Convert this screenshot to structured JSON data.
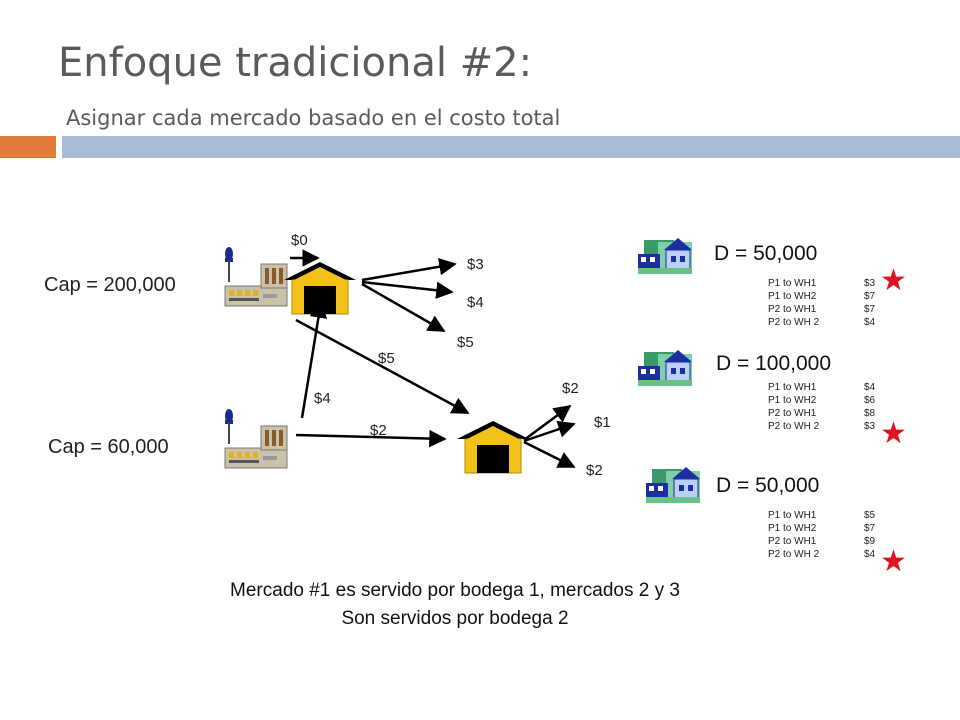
{
  "slide": {
    "title": "Enfoque tradicional #2:",
    "subtitle": "Asignar cada mercado basado en el costo total",
    "colors": {
      "accent_orange": "#e07b39",
      "accent_blue": "#a9bcd6",
      "star_red": "#e0141e"
    }
  },
  "plants": [
    {
      "cap_label": "Cap = 200,000",
      "icon": "factory-icon"
    },
    {
      "cap_label": "Cap = 60,000",
      "icon": "factory-icon"
    }
  ],
  "warehouses": [
    {
      "icon": "warehouse-icon"
    },
    {
      "icon": "warehouse-icon"
    }
  ],
  "costs": {
    "p1_wh1": "$0",
    "wh1_m1": "$3",
    "wh1_m2": "$4",
    "wh1_m3": "$5",
    "p1_wh2": "$5",
    "p2_wh1": "$4",
    "p2_wh2": "$2",
    "wh2_m1": "$2",
    "wh2_m2": "$1",
    "wh2_m3": "$2"
  },
  "markets": [
    {
      "demand": "D = 50,000",
      "icon": "house-icon",
      "routes": [
        {
          "route": "P1 to WH1",
          "cost": "$3"
        },
        {
          "route": "P1 to  WH2",
          "cost": "$7"
        },
        {
          "route": "P2 to WH1",
          "cost": "$7"
        },
        {
          "route": "P2 to WH 2",
          "cost": "$4"
        }
      ],
      "best_row": 0
    },
    {
      "demand": "D = 100,000",
      "icon": "house-icon",
      "routes": [
        {
          "route": "P1 to WH1",
          "cost": "$4"
        },
        {
          "route": "P1 to  WH2",
          "cost": "$6"
        },
        {
          "route": "P2 to WH1",
          "cost": "$8"
        },
        {
          "route": "P2 to WH 2",
          "cost": "$3"
        }
      ],
      "best_row": 3
    },
    {
      "demand": "D = 50,000",
      "icon": "house-icon",
      "routes": [
        {
          "route": "P1 to WH1",
          "cost": "$5"
        },
        {
          "route": "P1 to  WH2",
          "cost": "$7"
        },
        {
          "route": "P2 to WH1",
          "cost": "$9"
        },
        {
          "route": "P2 to WH 2",
          "cost": "$4"
        }
      ],
      "best_row": 3
    }
  ],
  "star_glyph": "★",
  "summary": {
    "line1": "Mercado #1 es servido por bodega 1, mercados 2 y 3",
    "line2": "Son servidos por bodega 2"
  }
}
